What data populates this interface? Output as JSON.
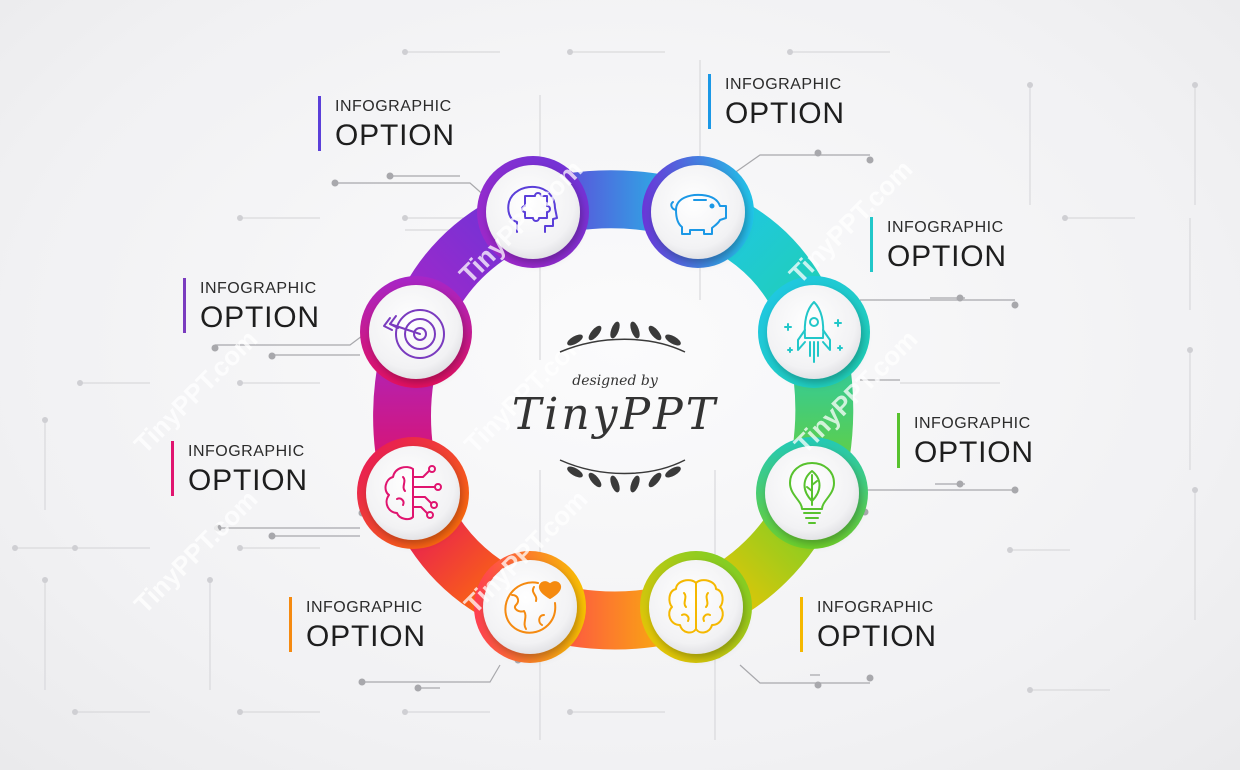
{
  "items": [
    {
      "small": "INFOGRAPHIC",
      "big": "OPTION",
      "icon": "head-puzzle-icon",
      "color": "#5b3fd9"
    },
    {
      "small": "INFOGRAPHIC",
      "big": "OPTION",
      "icon": "piggy-bank-icon",
      "color": "#1b98e6"
    },
    {
      "small": "INFOGRAPHIC",
      "big": "OPTION",
      "icon": "rocket-icon",
      "color": "#22c7c9"
    },
    {
      "small": "INFOGRAPHIC",
      "big": "OPTION",
      "icon": "eco-bulb-icon",
      "color": "#58c22e"
    },
    {
      "small": "INFOGRAPHIC",
      "big": "OPTION",
      "icon": "brain-puzzle-icon",
      "color": "#f5b800"
    },
    {
      "small": "INFOGRAPHIC",
      "big": "OPTION",
      "icon": "globe-heart-icon",
      "color": "#f58a10"
    },
    {
      "small": "INFOGRAPHIC",
      "big": "OPTION",
      "icon": "brain-circuit-icon",
      "color": "#e0146f"
    },
    {
      "small": "INFOGRAPHIC",
      "big": "OPTION",
      "icon": "target-arrow-icon",
      "color": "#7a3bbf"
    }
  ],
  "center": {
    "by_line": "designed by",
    "brand": "TinyPPT"
  },
  "watermark": "TinyPPT.com"
}
